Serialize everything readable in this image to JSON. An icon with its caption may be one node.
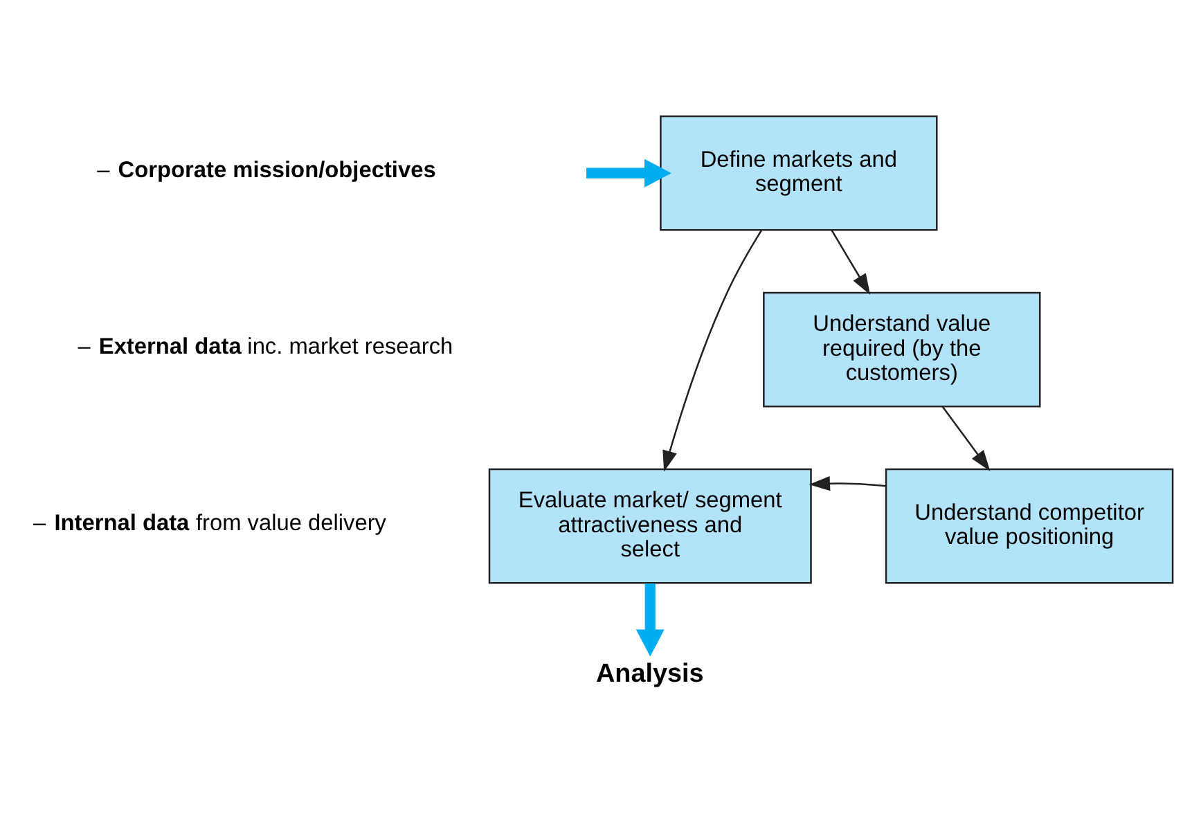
{
  "diagram": {
    "nodes": [
      {
        "text": [
          "Define markets and segment"
        ]
      },
      {
        "text": [
          "Understand value required (by the customers)"
        ]
      },
      {
        "text": [
          "Understand competitor value positioning"
        ]
      },
      {
        "text": [
          "Evaluate market/ segment attractiveness and select"
        ]
      },
      {
        "text": [
          "Analysis"
        ]
      }
    ],
    "edges": [
      {
        "from": null,
        "to": 0,
        "arrow": "to",
        "style": "thick",
        "color": "#00aeef"
      },
      {
        "from": 0,
        "to": 1,
        "arrow": "to"
      },
      {
        "from": 1,
        "to": 2,
        "arrow": "to"
      },
      {
        "from": 2,
        "to": 3,
        "arrow": "to"
      },
      {
        "from": 0,
        "to": 3,
        "arrow": "to"
      },
      {
        "from": 3,
        "to": 4,
        "arrow": "to",
        "style": "thick",
        "color": "#00aeef"
      }
    ],
    "labels": [
      "– **Corporate mission/objectives**",
      "– **External data** inc. market research",
      "– **Internal data** from value delivery"
    ]
  }
}
